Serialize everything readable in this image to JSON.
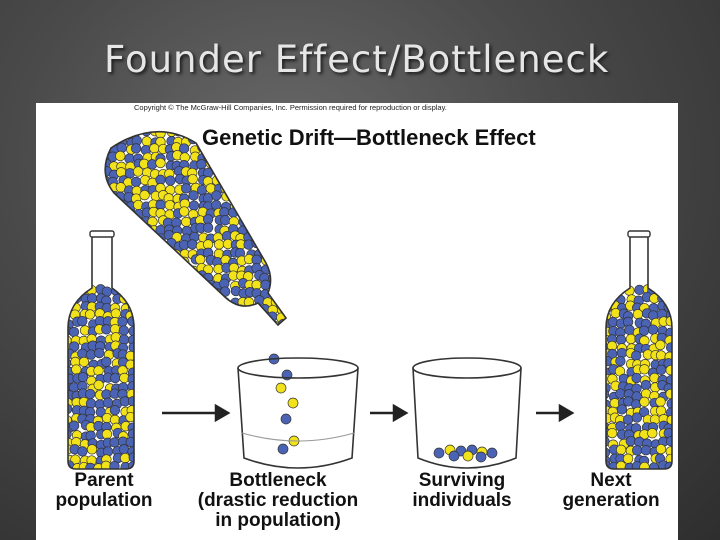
{
  "slide": {
    "title": "Founder Effect/Bottleneck"
  },
  "figure": {
    "copyright": "Copyright © The McGraw-Hill Companies, Inc. Permission required for reproduction or display.",
    "title": "Genetic Drift—Bottleneck Effect",
    "stages": [
      {
        "lines": [
          "Parent",
          "population"
        ]
      },
      {
        "lines": [
          "Bottleneck",
          "(drastic reduction",
          "in population)"
        ]
      },
      {
        "lines": [
          "Surviving",
          "individuals"
        ]
      },
      {
        "lines": [
          "Next",
          "generation"
        ]
      }
    ],
    "colors": {
      "blue_bead": "#4a63b5",
      "yellow_bead": "#f2e21a",
      "arrow": "#222222"
    }
  }
}
